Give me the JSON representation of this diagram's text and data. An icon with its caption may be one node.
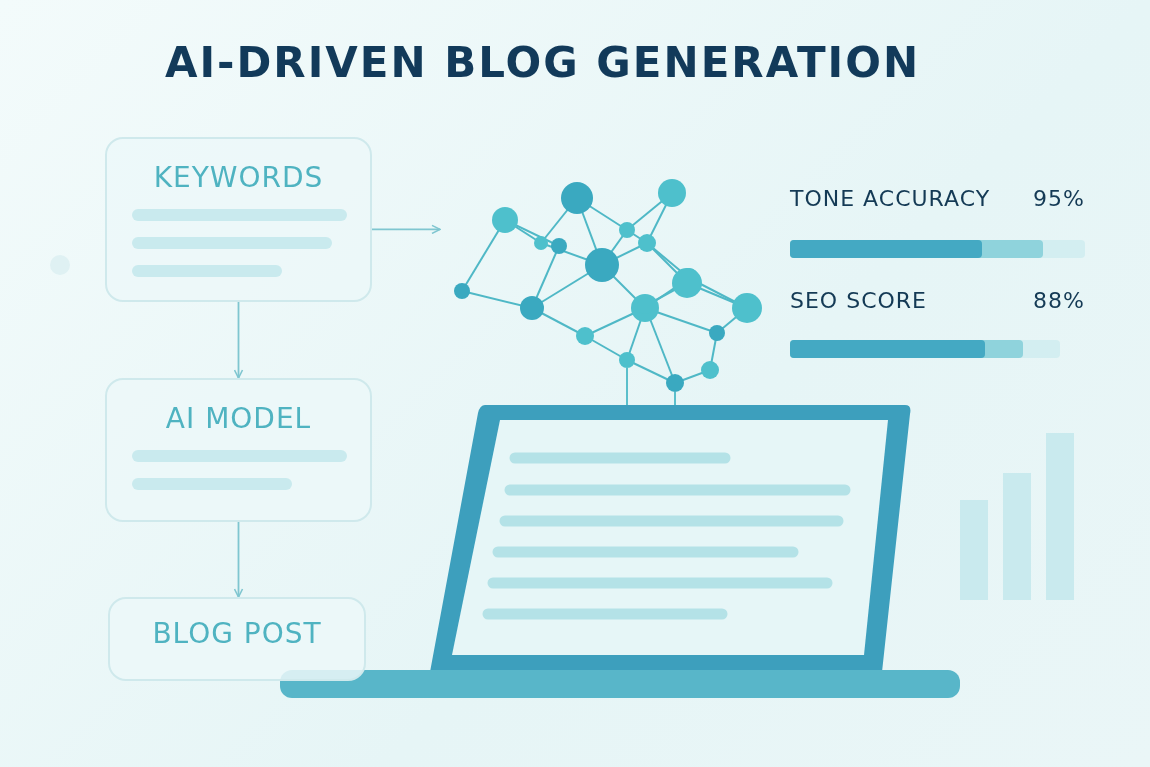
{
  "diagram": {
    "title": "AI-DRIVEN BLOG GENERATION",
    "nodes": [
      {
        "text": [
          "KEYWORDS"
        ]
      },
      {
        "text": [
          "AI MODEL"
        ]
      },
      {
        "text": [
          "BLOG POST"
        ]
      },
      {
        "text": [],
        "shape": "picture"
      }
    ],
    "edges": [
      {
        "from": 0,
        "to": 1,
        "arrow": "to"
      },
      {
        "from": 1,
        "to": 2,
        "arrow": "to"
      },
      {
        "from": 0,
        "to": 3,
        "arrow": "to"
      }
    ],
    "labels": [
      "TONE ACCURACY",
      "95%",
      "SEO SCORE",
      "88%"
    ]
  }
}
